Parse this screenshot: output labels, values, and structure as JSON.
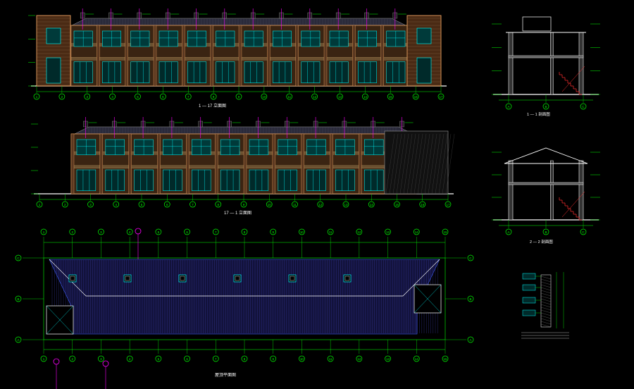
{
  "drawing": {
    "colors": {
      "background": "#000000",
      "green": "#00ff00",
      "cyan": "#00ffff",
      "magenta": "#ff00ff",
      "yellow": "#ffff00",
      "orange": "#e8a060",
      "tan": "#a08050",
      "brown": "#7a3c1c",
      "white": "#ffffff",
      "red": "#ff3030",
      "blue": "#4060ff",
      "grey": "#9a9a9a"
    },
    "axis_labels_elevation_a": [
      "1",
      "2",
      "3",
      "4",
      "5",
      "6",
      "7",
      "8",
      "9",
      "10",
      "11",
      "12",
      "13",
      "14",
      "15",
      "16",
      "17"
    ],
    "axis_labels_plan_top": [
      "1",
      "2",
      "3",
      "4",
      "5",
      "6",
      "7",
      "8",
      "9",
      "10",
      "11",
      "12",
      "13",
      "14",
      "15"
    ],
    "axis_labels_plan_side": [
      "C",
      "B",
      "A"
    ],
    "axis_labels_section": [
      "A",
      "B",
      "C"
    ],
    "axis_marker_small": "9",
    "titles": {
      "elevation_front": "1 — 17 立面图",
      "elevation_rear": "17 — 1 立面图",
      "roof_plan": "屋顶平面图",
      "section_1": "1 — 1 剖面图",
      "section_2": "2 — 2 剖面图"
    }
  }
}
